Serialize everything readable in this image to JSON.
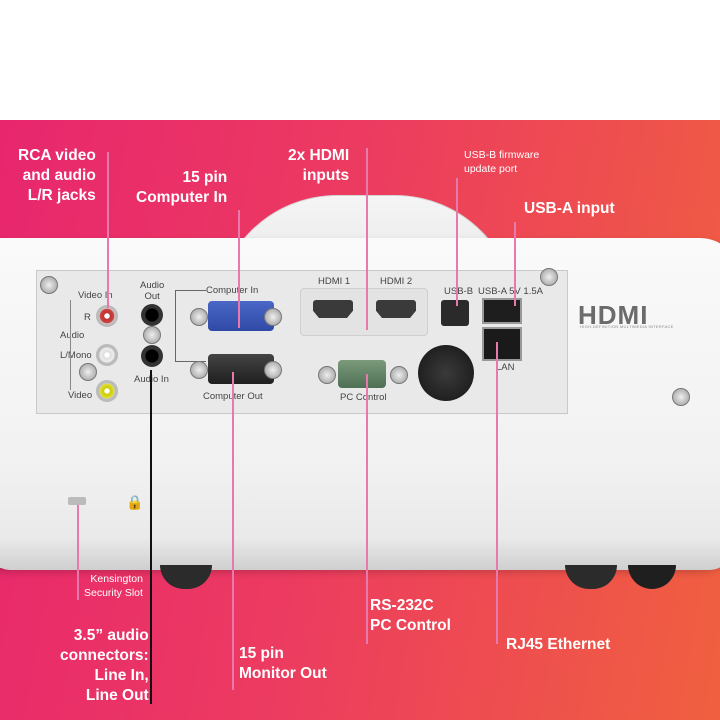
{
  "callouts": {
    "rca": "RCA video\nand audio\nL/R jacks",
    "vga_in": "15 pin\nComputer In",
    "hdmi": "2x HDMI\ninputs",
    "usb_b": "USB-B firmware\nupdate port",
    "usb_a": "USB-A input",
    "kensington": "Kensington\nSecurity Slot",
    "audio": "3.5” audio\nconnectors:\nLine In,\nLine Out",
    "monitor_out": "15 pin\nMonitor Out",
    "rs232": "RS-232C\nPC Control",
    "rj45": "RJ45 Ethernet"
  },
  "panel_labels": {
    "video_in": "Video In",
    "r": "R",
    "audio": "Audio",
    "l_mono": "L/Mono",
    "video": "Video",
    "audio_out": "Audio\nOut",
    "audio_in": "Audio In",
    "computer_in": "Computer In",
    "computer_out": "Computer Out",
    "hdmi1": "HDMI 1",
    "hdmi2": "HDMI 2",
    "usb_b": "USB-B",
    "usb_a": "USB-A 5V 1.5A",
    "lan": "LAN",
    "pc_control": "PC Control"
  },
  "logo": {
    "text": "HDMI",
    "sub": "HIGH-DEFINITION MULTIMEDIA INTERFACE"
  },
  "colors": {
    "bg_left": "#e8266e",
    "bg_right": "#f0603f",
    "callout_text": "#ffffff",
    "leader_line": "#e879ad"
  }
}
